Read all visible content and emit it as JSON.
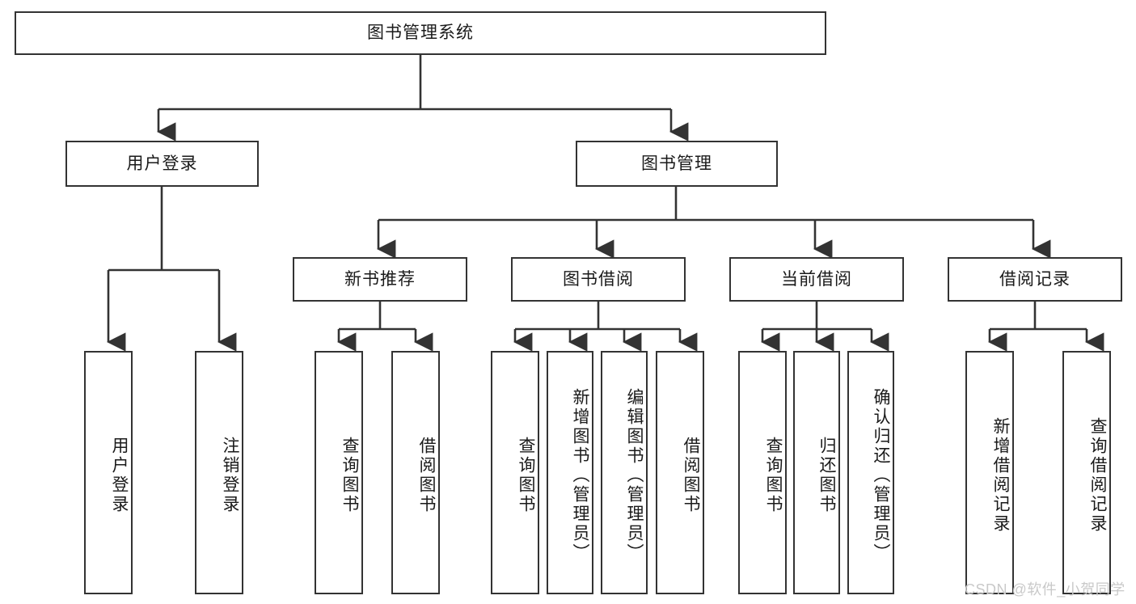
{
  "diagram": {
    "title_box": {
      "label": "图书管理系统"
    },
    "level2": [
      {
        "id": "user-login",
        "label": "用户登录"
      },
      {
        "id": "book-management",
        "label": "图书管理"
      }
    ],
    "level3": [
      {
        "id": "new-book-recommend",
        "label": "新书推荐"
      },
      {
        "id": "book-borrow",
        "label": "图书借阅"
      },
      {
        "id": "current-borrow",
        "label": "当前借阅"
      },
      {
        "id": "borrow-record",
        "label": "借阅记录"
      }
    ],
    "leaves": [
      {
        "id": "leaf-user-login",
        "label": "用户登录"
      },
      {
        "id": "leaf-logout",
        "label": "注销登录"
      },
      {
        "id": "leaf-query-book-1",
        "label": "查询图书"
      },
      {
        "id": "leaf-borrow-book-1",
        "label": "借阅图书"
      },
      {
        "id": "leaf-query-book-2",
        "label": "查询图书"
      },
      {
        "id": "leaf-add-book",
        "label": "新增图书（管理员）"
      },
      {
        "id": "leaf-edit-book",
        "label": "编辑图书（管理员）"
      },
      {
        "id": "leaf-borrow-book-2",
        "label": "借阅图书"
      },
      {
        "id": "leaf-query-book-3",
        "label": "查询图书"
      },
      {
        "id": "leaf-return-book",
        "label": "归还图书"
      },
      {
        "id": "leaf-confirm-return",
        "label": "确认归还（管理员）"
      },
      {
        "id": "leaf-add-record",
        "label": "新增借阅记录"
      },
      {
        "id": "leaf-query-record",
        "label": "查询借阅记录"
      }
    ],
    "watermark": "CSDN @软件_小贺同学",
    "colors": {
      "border": "#333333",
      "text": "#1a1a1a",
      "background": "#ffffff",
      "watermark": "#c9c9c9"
    }
  }
}
